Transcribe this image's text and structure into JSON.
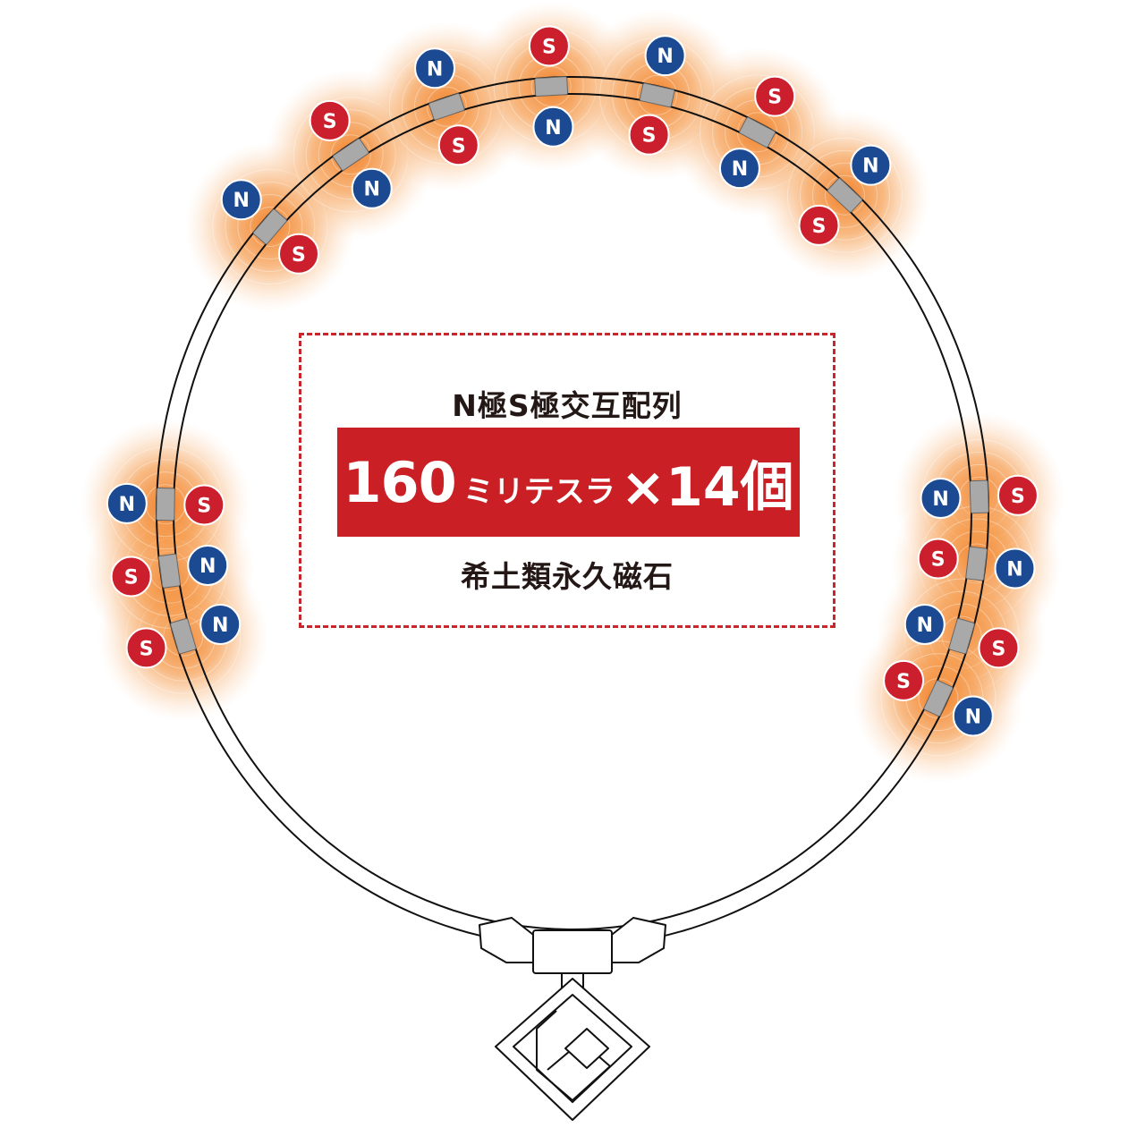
{
  "pole_labels": {
    "north": "N",
    "south": "S"
  },
  "colors": {
    "north": "#1b4a93",
    "south": "#cc1f2d",
    "magnet": "#a9a9a9",
    "glow": "#f07a1e",
    "accent": "#c91f25",
    "text": "#231815"
  },
  "info": {
    "arrangement": "N極S極交互配列",
    "strength_number": "160",
    "strength_unit": "ミリテスラ",
    "count": "×14個",
    "magnet_type": "希土類永久磁石"
  },
  "magnets": [
    {
      "id": "m1",
      "inner": "S",
      "outer": "N"
    },
    {
      "id": "m2",
      "inner": "N",
      "outer": "S"
    },
    {
      "id": "m3",
      "inner": "S",
      "outer": "N"
    },
    {
      "id": "m4",
      "inner": "N",
      "outer": "S"
    },
    {
      "id": "m5",
      "inner": "S",
      "outer": "N"
    },
    {
      "id": "m6",
      "inner": "N",
      "outer": "S"
    },
    {
      "id": "m7",
      "inner": "S",
      "outer": "N"
    },
    {
      "id": "m8",
      "inner": "N",
      "outer": "S"
    },
    {
      "id": "m9",
      "inner": "N",
      "outer": "S"
    },
    {
      "id": "m10",
      "inner": "S",
      "outer": "N"
    },
    {
      "id": "m11",
      "inner": "N",
      "outer": "S"
    },
    {
      "id": "m12",
      "inner": "S",
      "outer": "N"
    },
    {
      "id": "m13",
      "inner": "N",
      "outer": "S"
    },
    {
      "id": "m14",
      "inner": "S",
      "outer": "N"
    }
  ]
}
